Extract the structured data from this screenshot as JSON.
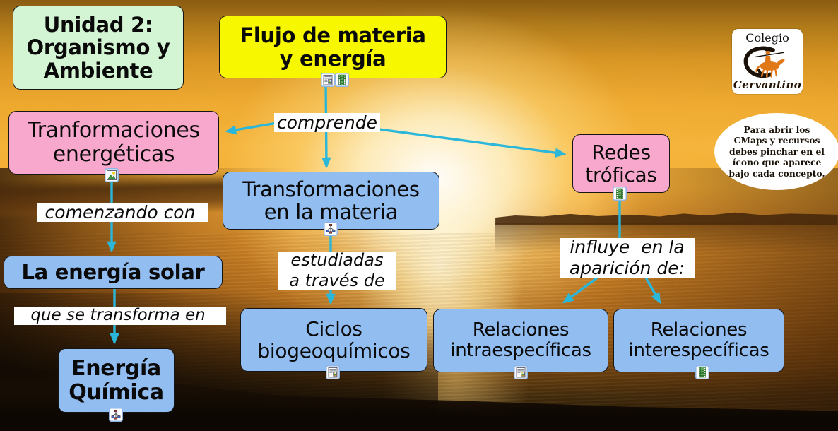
{
  "colors": {
    "concept_blue": "#92bdf1",
    "concept_pink": "#f8a8cc",
    "title_yellow": "#f7f700",
    "unit_green": "#d3f5d3",
    "arrow_cyan": "#2ab7da",
    "phrase_bg": "#ffffff",
    "text": "#0a0a0a"
  },
  "unit_box": {
    "lines": [
      "Unidad 2:",
      "Organismo y",
      "Ambiente"
    ]
  },
  "logo": {
    "line1": "Colegio",
    "line2": "Cervantino",
    "icon": "quixote-horse-rider-icon"
  },
  "note_bubble": {
    "lines": [
      "Para abrir los",
      "CMaps y  recursos",
      "debes pinchar en el",
      "ícono que aparece",
      "bajo cada concepto."
    ]
  },
  "concepts": {
    "flujo": {
      "lines": [
        "Flujo de materia",
        "y energía"
      ],
      "icons": [
        "document-resource-icon",
        "video-resource-icon"
      ]
    },
    "transformaciones_energeticas": {
      "lines": [
        "Tranformaciones",
        "energéticas"
      ],
      "icons": [
        "image-resource-icon"
      ]
    },
    "redes_troficas": {
      "lines": [
        "Redes",
        "tróficas"
      ],
      "icons": [
        "video-resource-icon"
      ]
    },
    "transformaciones_materia": {
      "lines": [
        "Transformaciones",
        "en la materia"
      ],
      "icons": [
        "cmap-resource-icon"
      ]
    },
    "energia_solar": {
      "lines": [
        "La energía solar"
      ],
      "icons": []
    },
    "energia_quimica": {
      "lines": [
        "Energía",
        "Química"
      ],
      "icons": [
        "cmap-resource-icon"
      ]
    },
    "ciclos": {
      "lines": [
        "Ciclos",
        "biogeoquímicos"
      ],
      "icons": [
        "document-resource-icon"
      ]
    },
    "intraespecificas": {
      "lines": [
        "Relaciones",
        "intraespecíficas"
      ],
      "icons": [
        "document-resource-icon"
      ]
    },
    "interespecificas": {
      "lines": [
        "Relaciones",
        "interespecíficas"
      ],
      "icons": [
        "video-resource-icon"
      ]
    }
  },
  "linking_phrases": {
    "comprende": {
      "text": "comprende"
    },
    "comenzando_con": {
      "text": "comenzando con"
    },
    "que_se_transforma": {
      "text": "que se transforma en"
    },
    "estudiadas": {
      "lines": [
        "estudiadas",
        "a través de"
      ]
    },
    "influye": {
      "lines": [
        "influye  en la",
        "aparición de:"
      ]
    }
  },
  "connections": [
    {
      "from": "flujo",
      "via": "comprende",
      "to": "transformaciones_energeticas"
    },
    {
      "from": "flujo",
      "via": "comprende",
      "to": "transformaciones_materia"
    },
    {
      "from": "flujo",
      "via": "comprende",
      "to": "redes_troficas"
    },
    {
      "from": "transformaciones_energeticas",
      "via": "comenzando_con",
      "to": "energia_solar"
    },
    {
      "from": "energia_solar",
      "via": "que_se_transforma",
      "to": "energia_quimica"
    },
    {
      "from": "transformaciones_materia",
      "via": "estudiadas",
      "to": "ciclos"
    },
    {
      "from": "redes_troficas",
      "via": "influye",
      "to": "intraespecificas"
    },
    {
      "from": "redes_troficas",
      "via": "influye",
      "to": "interespecificas"
    }
  ]
}
